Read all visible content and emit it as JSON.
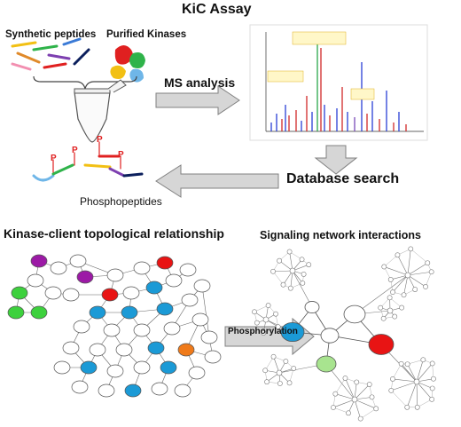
{
  "title": "KiC Assay",
  "labels": {
    "synthetic_peptides": "Synthetic peptides",
    "purified_kinases": "Purified Kinases",
    "ms_analysis": "MS analysis",
    "database_search": "Database search",
    "phosphopeptides": "Phosphopeptides",
    "kinase_client": "Kinase-client topological relationship",
    "signaling_network": "Signaling network interactions",
    "phosphorylation": "Phosphorylation"
  },
  "spectrum": {
    "colors": {
      "b_ions": "#2a3fd6",
      "y_ions": "#d12a2a",
      "precursor": "#2aa84a",
      "other": "#7a4bb8"
    }
  },
  "colors": {
    "purple": "#9c1aa6",
    "green": "#3dd13d",
    "red": "#e81414",
    "blue": "#1b9ad6",
    "orange": "#ef7a1a",
    "light_green": "#a8e48f",
    "arrow_fill": "#d6d6d6",
    "arrow_stroke": "#808080"
  }
}
